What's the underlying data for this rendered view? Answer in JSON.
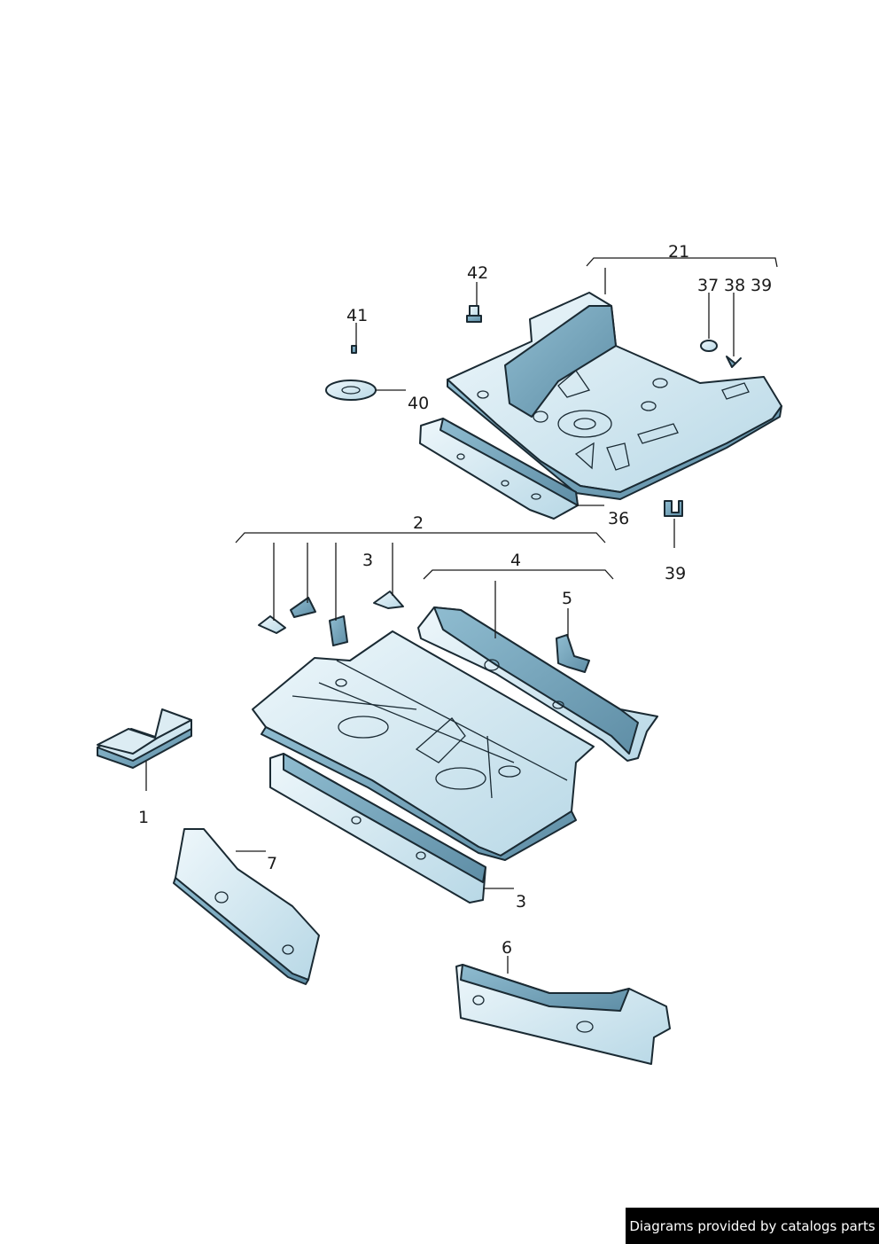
{
  "callouts": {
    "c1": "1",
    "c2": "2",
    "c3a": "3",
    "c3b": "3",
    "c4": "4",
    "c5": "5",
    "c6": "6",
    "c7": "7",
    "c21": "21",
    "c36": "36",
    "c37": "37",
    "c38": "38",
    "c39a": "39",
    "c39b": "39",
    "c40": "40",
    "c41": "41",
    "c42": "42"
  },
  "credit": "Diagrams provided by catalogs parts",
  "colors": {
    "part_light": "#e4f2f8",
    "part_mid": "#a9cfe0",
    "part_dark": "#6f9eb5",
    "outline": "#1a2a33"
  }
}
